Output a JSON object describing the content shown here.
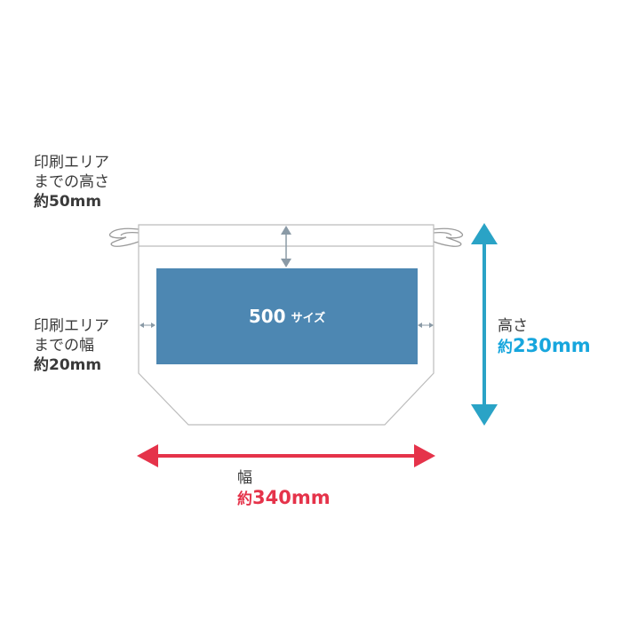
{
  "labels": {
    "top_margin": {
      "line1": "印刷エリア",
      "line2": "までの高さ",
      "value_prefix": "約",
      "value": "50mm"
    },
    "side_margin": {
      "line1": "印刷エリア",
      "line2": "までの幅",
      "value_prefix": "約",
      "value": "20mm"
    },
    "height": {
      "title": "高さ",
      "value_prefix": "約",
      "value": "230mm"
    },
    "width": {
      "title": "幅",
      "value_prefix": "約",
      "value": "340mm"
    }
  },
  "print_area": {
    "size_number": "500",
    "size_unit": "サイズ"
  },
  "colors": {
    "print_area": "#4d87b2",
    "height_arrow": "#2aa3c6",
    "width_arrow": "#e5334a",
    "outline": "#bcbcbc",
    "dim_arrow": "#8a9aa6"
  }
}
